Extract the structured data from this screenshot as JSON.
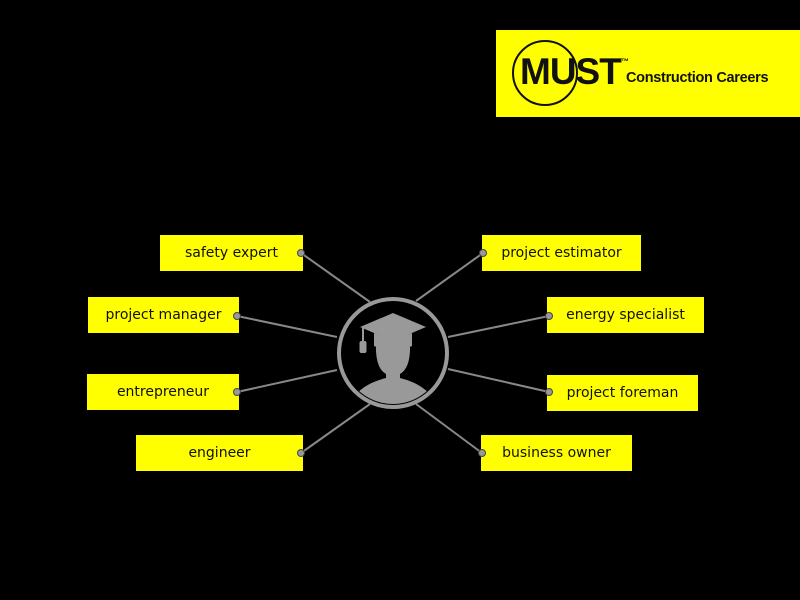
{
  "brand": {
    "name": "MUST",
    "tm": "™",
    "tagline": "Construction Careers"
  },
  "colors": {
    "card": "#ffff00",
    "line": "#888888",
    "hub": "#999999",
    "background": "#000000"
  },
  "hub": {
    "icon": "graduate-icon"
  },
  "careers_left": [
    "safety expert",
    "project manager",
    "entrepreneur",
    "engineer"
  ],
  "careers_right": [
    "project estimator",
    "energy specialist",
    "project foreman",
    "business owner"
  ]
}
